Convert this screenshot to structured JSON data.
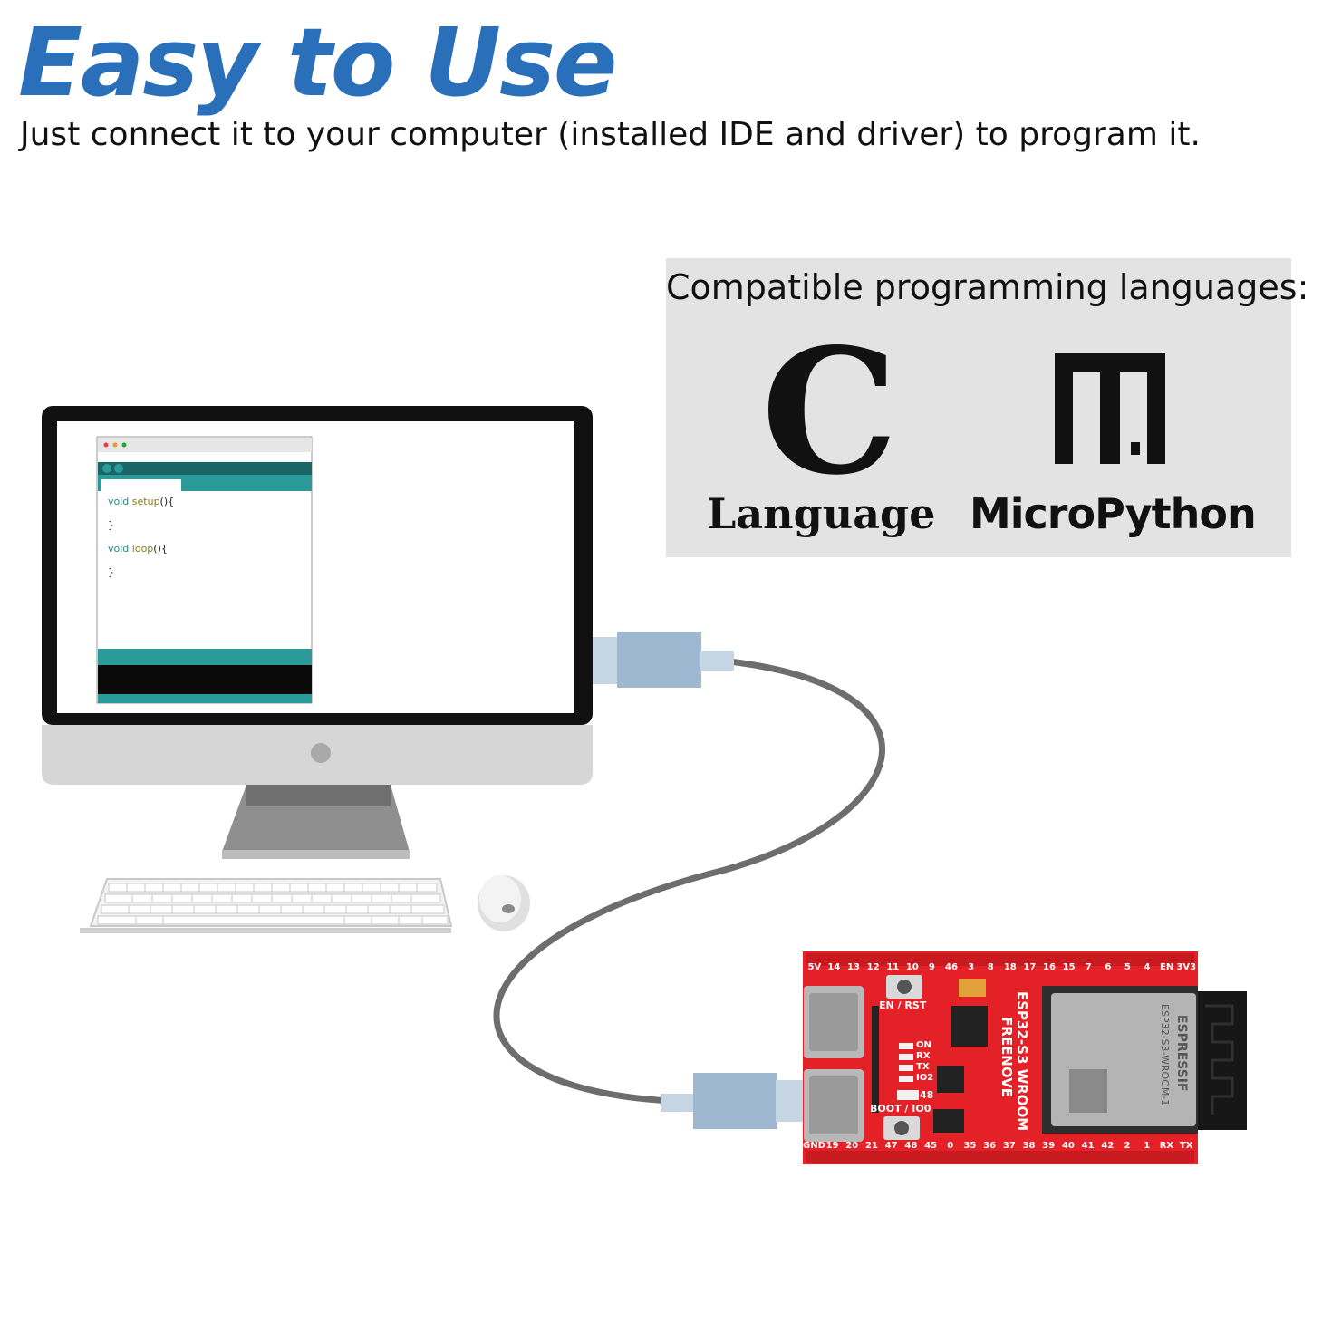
{
  "header": {
    "title": "Easy to Use",
    "subtitle": "Just connect it to your computer (installed IDE and driver) to program it."
  },
  "languages_panel": {
    "heading": "Compatible programming languages:",
    "languages": [
      {
        "glyph": "C",
        "label": "Language"
      },
      {
        "label": "MicroPython"
      }
    ]
  },
  "ide_code": {
    "line1_keyword": "void",
    "line1_name": "setup",
    "line1_rest": "(){",
    "line2": "}",
    "line3_keyword": "void",
    "line3_name": "loop",
    "line3_rest": "(){",
    "line4": "}"
  },
  "board": {
    "top_pins": [
      "5V",
      "14",
      "13",
      "12",
      "11",
      "10",
      "9",
      "46",
      "3",
      "8",
      "18",
      "17",
      "16",
      "15",
      "7",
      "6",
      "5",
      "4",
      "EN",
      "3V3"
    ],
    "bottom_pins": [
      "GND",
      "19",
      "20",
      "21",
      "47",
      "48",
      "45",
      "0",
      "35",
      "36",
      "37",
      "38",
      "39",
      "40",
      "41",
      "42",
      "2",
      "1",
      "RX",
      "TX"
    ],
    "button_en": "EN / RST",
    "button_boot": "BOOT / IO0",
    "led_labels": [
      "ON",
      "RX",
      "TX",
      "IO2"
    ],
    "led_48": "48",
    "model_label": "ESP32-S3 WROOM",
    "brand_label": "FREENOVE",
    "module_brand": "ESPRESSIF",
    "module_model": "ESP32-S3-WROOM-1"
  },
  "colors": {
    "title_blue": "#2a6fba",
    "panel_gray": "#e3e3e3",
    "board_red": "#e32127",
    "teal": "#2a9a9a",
    "usb_blue": "#9fb8d2",
    "cable_gray": "#6d6d6d"
  }
}
